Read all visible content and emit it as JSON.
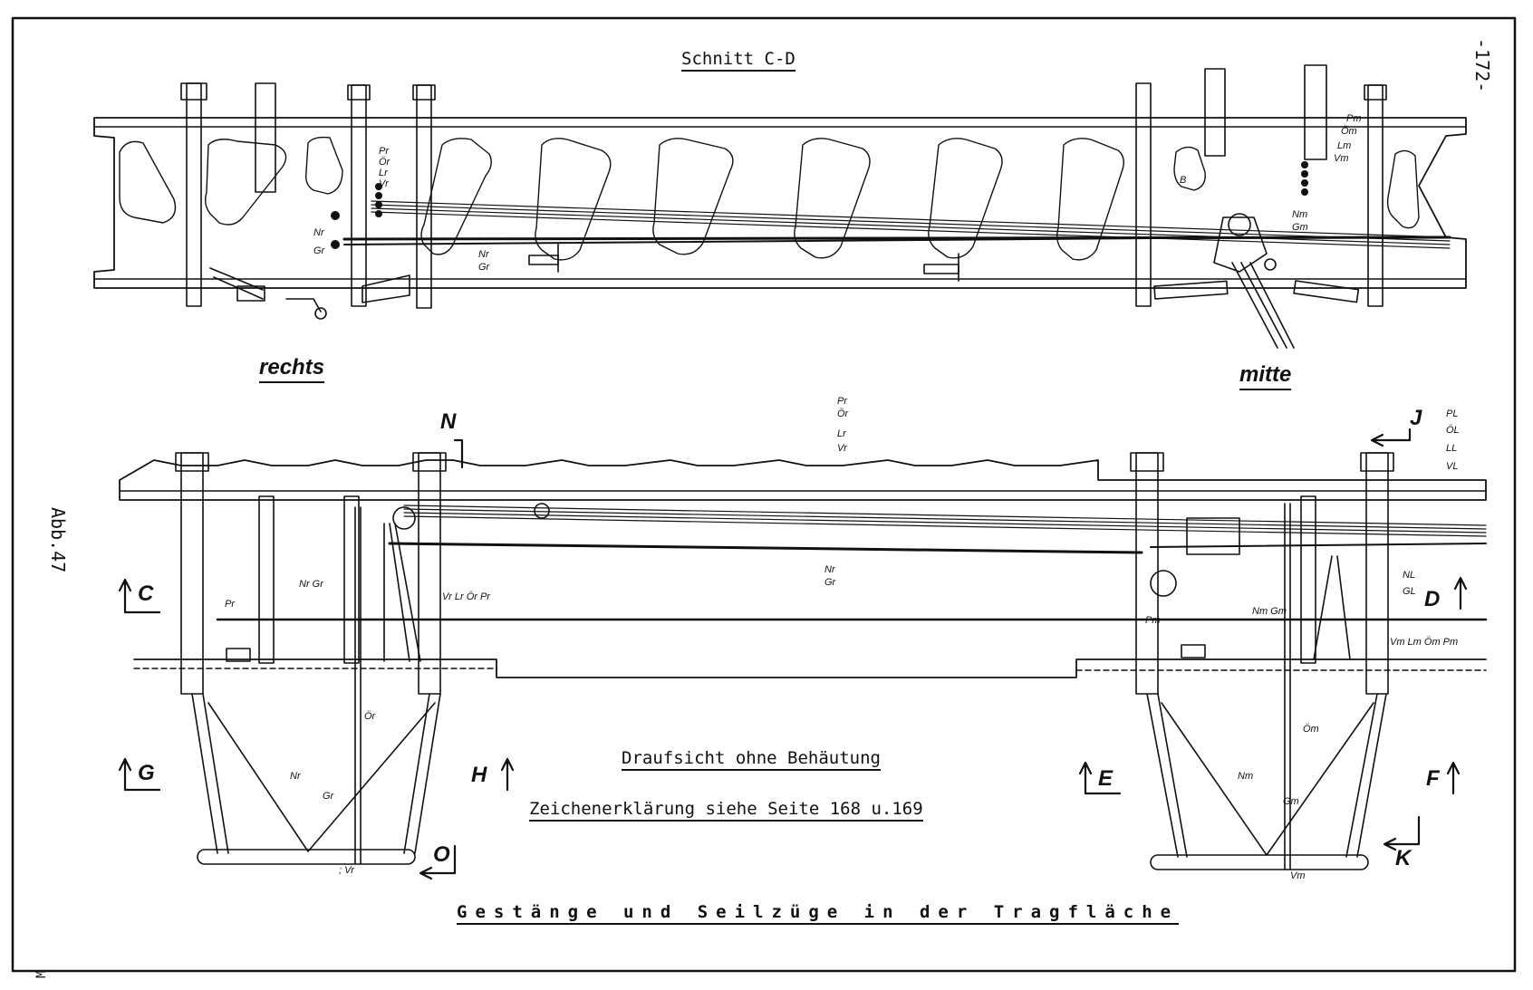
{
  "page_number": "-172-",
  "figure_label": "Abb.47",
  "section_title": "Schnitt C-D",
  "side_labels": {
    "right": "rechts",
    "middle": "mitte"
  },
  "plan_title": "Draufsicht ohne Behäutung",
  "legend_note": "Zeichenerklärung siehe Seite 168 u.169",
  "main_title": "Gestänge und Seilzüge in der Tragfläche",
  "corner_mark": "M",
  "section_markers": [
    "C",
    "D",
    "E",
    "F",
    "G",
    "H",
    "J",
    "K",
    "N",
    "O"
  ],
  "cable_labels": {
    "top_right_stack": [
      "Pr",
      "Ör",
      "Lr",
      "Vr"
    ],
    "top_right_low": [
      "Nr",
      "Gr"
    ],
    "top_right_mid": [
      "Nr",
      "Gr"
    ],
    "top_mid_stack": [
      "Pm",
      "Öm",
      "Lm",
      "Vm"
    ],
    "top_mid_low": [
      "Nm",
      "Gm"
    ],
    "top_mid_b": "B",
    "plan_center_stack": [
      "Pr",
      "Ör",
      "Lr",
      "Vr"
    ],
    "plan_center_low": [
      "Nr",
      "Gr"
    ],
    "plan_left_stack": [
      "PL",
      "ÖL",
      "LL",
      "VL"
    ],
    "plan_left_low": [
      "NL",
      "GL"
    ],
    "plan_right_ngr": "Nr Gr",
    "plan_right_vlop": "Vr Lr Ör Pr",
    "plan_right_pr": "Pr",
    "plan_right_or": "Ör",
    "plan_right_nr": "Nr",
    "plan_right_gr": "Gr",
    "plan_right_vr": "; Vr",
    "plan_mid_pm": "Pm",
    "plan_mid_nmgm": "Nm Gm",
    "plan_mid_vlop": "Vm Lm Öm Pm",
    "plan_mid_om": "Öm",
    "plan_mid_nm": "Nm",
    "plan_mid_gm": "Gm",
    "plan_mid_vm": "Vm"
  }
}
